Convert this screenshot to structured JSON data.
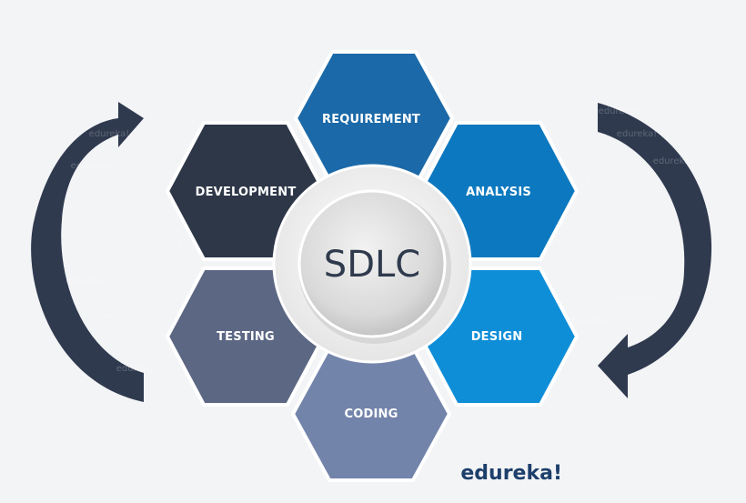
{
  "diagram": {
    "center": {
      "label": "SDLC"
    },
    "phases": [
      {
        "id": "requirement",
        "label": "REQUIREMENT",
        "color": "#1b69a8"
      },
      {
        "id": "analysis",
        "label": "ANALYSIS",
        "color": "#0c78bf"
      },
      {
        "id": "design",
        "label": "DESIGN",
        "color": "#0f8ed8"
      },
      {
        "id": "coding",
        "label": "CODING",
        "color": "#7384ab"
      },
      {
        "id": "testing",
        "label": "TESTING",
        "color": "#5c6784"
      },
      {
        "id": "development",
        "label": "DEVELOPMENT",
        "color": "#2d3748"
      }
    ],
    "arrow_color": "#2f3a4f"
  },
  "branding": {
    "logo": "edureka!",
    "watermark": "edureka!",
    "logo_color": "#1d3f6b"
  }
}
